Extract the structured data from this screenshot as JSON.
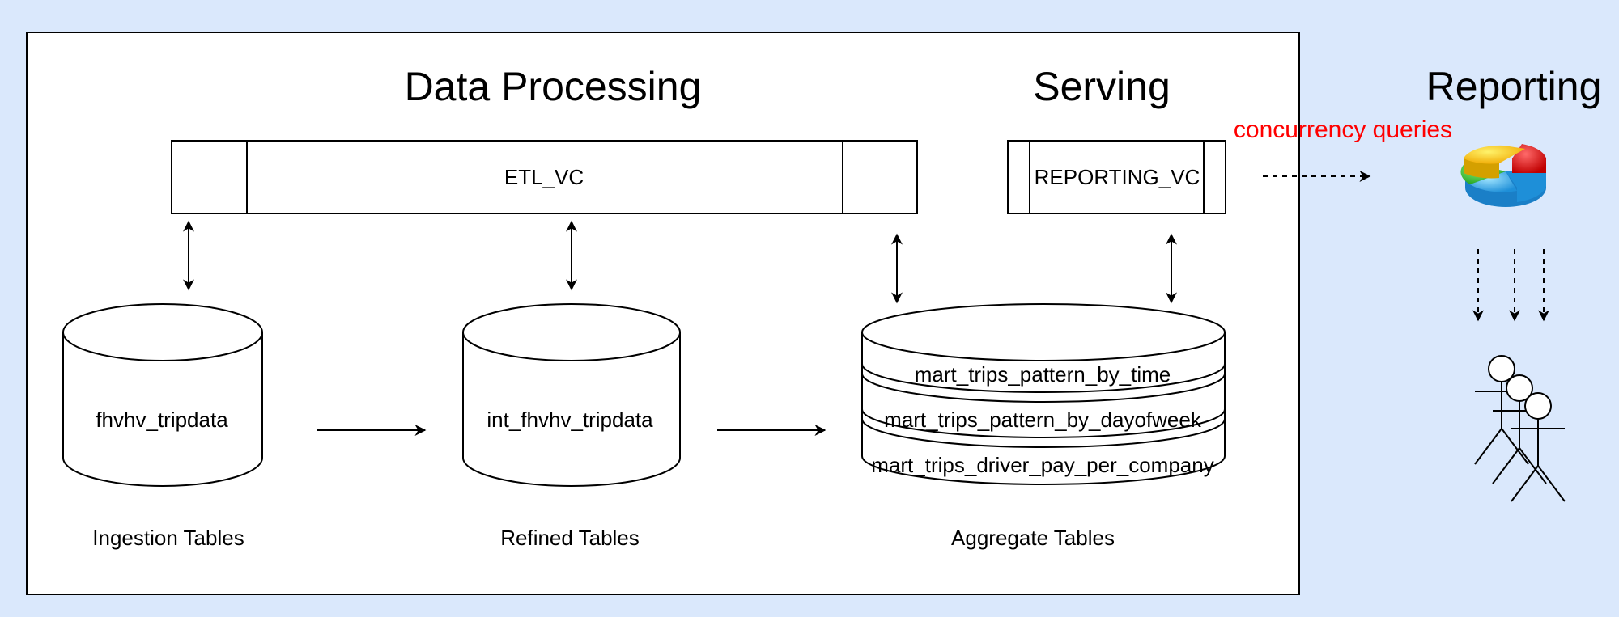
{
  "headings": {
    "data_processing": "Data Processing",
    "serving": "Serving",
    "reporting": "Reporting"
  },
  "warehouses": {
    "etl": "ETL_VC",
    "reporting": "REPORTING_VC"
  },
  "annotations": {
    "concurrency": "concurrency queries"
  },
  "databases": {
    "ingestion": {
      "table": "fhvhv_tripdata",
      "caption": "Ingestion Tables"
    },
    "refined": {
      "table": "int_fhvhv_tripdata",
      "caption": "Refined Tables"
    },
    "aggregate": {
      "tables": [
        "mart_trips_pattern_by_time",
        "mart_trips_pattern_by_dayofweek",
        "mart_trips_driver_pay_per_company"
      ],
      "caption": "Aggregate Tables"
    }
  },
  "icons": {
    "report": "pie-chart-icon",
    "users": "user-group-icon"
  },
  "colors": {
    "background": "#dae8fc",
    "panel": "#ffffff",
    "annotation": "#ff0000"
  }
}
